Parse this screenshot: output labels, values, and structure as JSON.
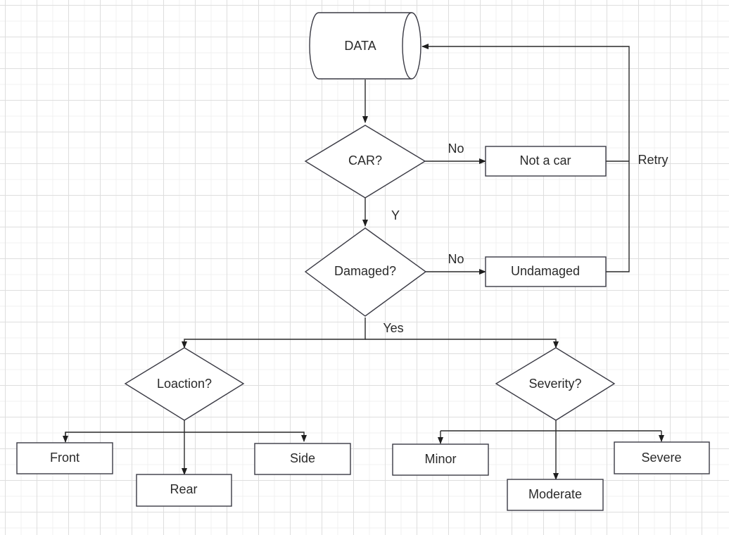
{
  "diagram": {
    "nodes": {
      "data": "DATA",
      "car": "CAR?",
      "not_car": "Not a car",
      "damaged": "Damaged?",
      "undamaged": "Undamaged",
      "location": "Loaction?",
      "severity": "Severity?",
      "front": "Front",
      "rear": "Rear",
      "side": "Side",
      "minor": "Minor",
      "moderate": "Moderate",
      "severe": "Severe"
    },
    "edges": {
      "no_car": "No",
      "yes_car": "Y",
      "no_damaged": "No",
      "yes_damaged": "Yes",
      "retry": "Retry"
    },
    "colors": {
      "line": "#2a2a2a",
      "shape_stroke": "#3a3a44",
      "fill": "#ffffff",
      "grid": "#dedede"
    }
  }
}
